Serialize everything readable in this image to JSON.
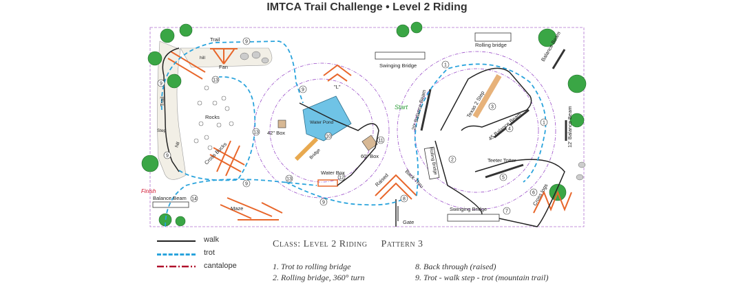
{
  "title": "IMTCA Trail Challenge • Level 2 Riding",
  "labels": {
    "trail": "Trail",
    "hill_top": "hill",
    "fan": "Fan",
    "swinging_bridge_top": "Swinging Bridge",
    "rolling_bridge": "Rolling bridge",
    "balance_beam_right": "Balance Beam",
    "start": "Start",
    "trail_left": "Trail",
    "rocks": "Rocks",
    "step": "Step",
    "hill_left": "hill",
    "l_shape": "\"L\"",
    "water_pond": "Water Pond",
    "box_42": "42\" Box",
    "bridge": "Bridge",
    "box_60": "60\" Box",
    "cross_bucks": "Cross Bucks",
    "water_box": "Water Box",
    "texas_2_step": "Texas 2 Step",
    "balance_beam_20": "20' Balance Beam",
    "balance_beam_45": "45 Balance Beam",
    "balance_beam_12": "12' Balance Beam",
    "rolling_bridge_side": "Rolling Bridge",
    "teeter_totter": "Teeter Totter",
    "cross_logs": "Cross logs",
    "raised": "Raised",
    "back_thru": "Back Thru",
    "gate": "Gate",
    "finish": "Finish",
    "balance_beam_bottom": "Balance Beam",
    "maze": "Maze",
    "swinging_bridge_bottom": "Swinging Bridge"
  },
  "numbers": [
    "1",
    "2",
    "3",
    "4",
    "5",
    "6",
    "7",
    "8",
    "9",
    "10",
    "11",
    "12",
    "13",
    "14"
  ],
  "legend": [
    {
      "label": "walk",
      "color": "#222222",
      "style": "solid"
    },
    {
      "label": "trot",
      "color": "#29a3dc",
      "style": "dashed"
    },
    {
      "label": "cantalope",
      "color": "#b0102b",
      "style": "dashdot"
    }
  ],
  "class_title": "Class: Level 2 Riding     Pattern 3",
  "instructions": [
    "1. Trot to rolling bridge",
    "2. Rolling bridge, 360° turn",
    "8. Back through (raised)",
    "9. Trot - walk step - trot (mountain trail)"
  ],
  "colors": {
    "walk": "#222222",
    "trot": "#29a3dc",
    "circle": "#9b4fc9",
    "obstacle": "#e8662a",
    "tree": "#2e9e3a",
    "water": "#6fc3e6"
  }
}
